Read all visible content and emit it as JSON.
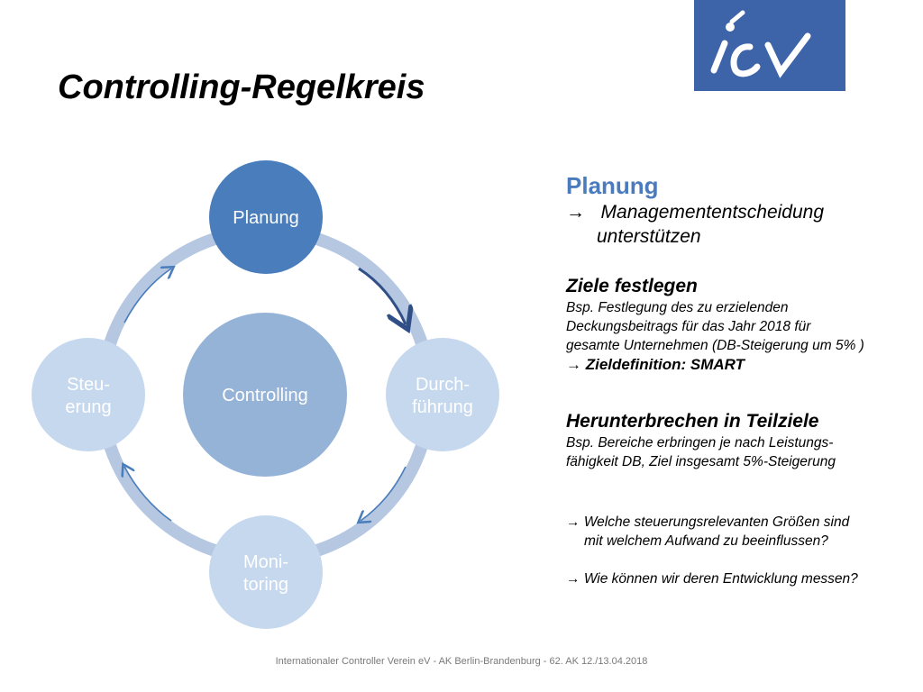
{
  "title": "Controlling-Regelkreis",
  "logo": {
    "text": "icv",
    "color": "#3d63a8"
  },
  "cycle": {
    "center": "Controlling",
    "nodes": {
      "top": "Planung",
      "right": [
        "Durch-",
        "führung"
      ],
      "bottom": [
        "Moni-",
        "toring"
      ],
      "left": [
        "Steu-",
        "erung"
      ]
    },
    "colors": {
      "top": "#4a7dbc",
      "center": "#95b3d7",
      "light": "#c6d8ee",
      "ring": "#b5c7e1",
      "arrow": "#4a7dbc"
    }
  },
  "panel": {
    "heading": "Planung",
    "line1": "Managemententscheidung",
    "line2": "unterstützen",
    "arrow": "→",
    "s1_head": "Ziele festlegen",
    "s1_l1": "Bsp. Festlegung des zu erzielenden",
    "s1_l2": "Deckungsbeitrags für das Jahr 2018 für",
    "s1_l3": "gesamte Unternehmen (DB-Steigerung um 5% )",
    "s1_l4": "Zieldefinition: SMART",
    "s2_head": "Herunterbrechen in Teilziele",
    "s2_l1": "Bsp. Bereiche erbringen je nach Leistungs-",
    "s2_l2": "fähigkeit DB, Ziel insgesamt 5%-Steigerung",
    "q1_l1": "Welche steuerungsrelevanten Größen sind",
    "q1_l2": "mit welchem Aufwand zu beeinflussen?",
    "q2": "Wie können wir deren Entwicklung messen?"
  },
  "footer": "Internationaler Controller Verein eV - AK Berlin-Brandenburg - 62. AK 12./13.04.2018"
}
